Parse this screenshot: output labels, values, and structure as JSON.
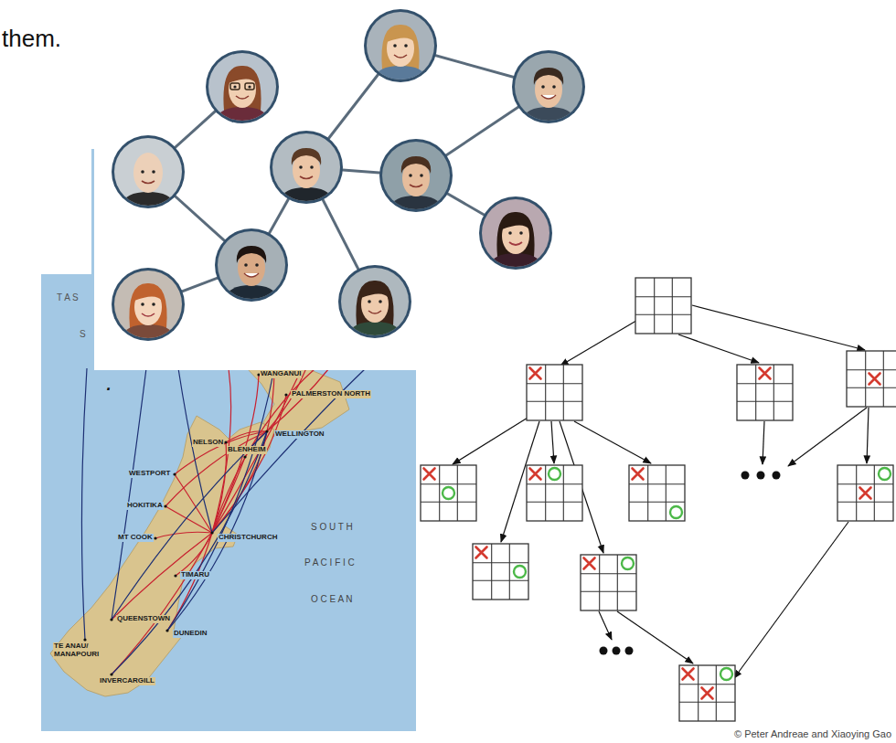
{
  "diagram": {
    "labels": [
      "them.",
      "T A S",
      "S",
      ".",
      "WANGANUI",
      "PALMERSTON NORTH",
      "NELSON",
      "BLENHEIM",
      "WELLINGTON",
      "WESTPORT",
      "HOKITIKA",
      "MT COOK",
      "CHRISTCHURCH",
      "S O U T H",
      "P A C I F I C",
      "O C E A N",
      "TIMARU",
      "QUEENSTOWN",
      "TE ANAU/ MANAPOURI",
      "DUNEDIN",
      "INVERCARGILL",
      "© Peter Andreae and Xiaoying Gao"
    ]
  }
}
